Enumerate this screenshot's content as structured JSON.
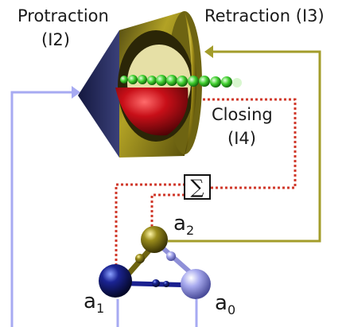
{
  "labels": {
    "protraction_line1": "Protraction",
    "protraction_line2": "(I2)",
    "retraction": "Retraction (I3)",
    "closing_line1": "Closing",
    "closing_line2": "(I4)",
    "sum_symbol": "∑"
  },
  "nodes": {
    "a0": {
      "letter": "a",
      "index": "0",
      "color": "#a9abef"
    },
    "a1": {
      "letter": "a",
      "index": "1",
      "color": "#151b8c"
    },
    "a2": {
      "letter": "a",
      "index": "2",
      "color": "#8a7d14"
    }
  },
  "colors": {
    "protraction_line": "#a7aaf2",
    "retraction_line": "#a39c2a",
    "closing_line": "#d0392b",
    "grasper_body": "#a1911a",
    "grasper_dark": "#1c2256",
    "grasper_red": "#c4101a",
    "seaweed": "#3fcf2e"
  }
}
